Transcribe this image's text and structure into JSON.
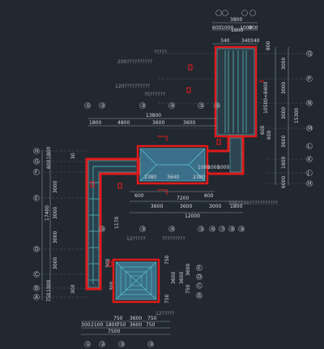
{
  "top_dims": {
    "total": "3800",
    "a": "600",
    "b": "1000",
    "c": "1800",
    "d": "1000",
    "e": "800",
    "p1": "340",
    "p2": "340",
    "p3": "340"
  },
  "top_grid_labels": [
    "①",
    "②",
    "③",
    "④"
  ],
  "right_grid_labels": [
    "Q",
    "P",
    "N",
    "M",
    "L",
    "K",
    "J",
    "H"
  ],
  "right_dims": [
    "800",
    "3000",
    "3000",
    "3000",
    "3600",
    "1800",
    "600"
  ],
  "right_totals": [
    "15300",
    "10500=8400",
    "6000",
    "600"
  ],
  "upper_notes": [
    "?????",
    "200??????????",
    "120??????????",
    "?0??????"
  ],
  "mid_top_dims": {
    "total": "13800",
    "d1": "1800",
    "d2": "4800",
    "d3": "3600",
    "d4": "3600"
  },
  "mid_grid_top": [
    "①",
    "②",
    "③",
    "④",
    "⑤",
    "⑥"
  ],
  "left_grid_labels": [
    "H",
    "G",
    "F",
    "E",
    "D",
    "C",
    "B",
    "A"
  ],
  "left_dims": [
    "1800",
    "600",
    "3000",
    "3000",
    "3000",
    "3000",
    "1800",
    "750"
  ],
  "left_total": "17400",
  "left_small": [
    "30",
    "300",
    "300"
  ],
  "hall_dims": [
    "2380",
    "3640",
    "2380",
    "1000",
    "1000",
    "1000",
    "200",
    "300"
  ],
  "hall_bottom_dims": {
    "d1": "600",
    "d2": "7200",
    "d3": "600",
    "e1": "3600",
    "e2": "3600",
    "e3": "3000",
    "e4": "1800",
    "total": "12000"
  },
  "bottom_grid_labels": [
    "②",
    "③",
    "④",
    "⑤",
    "⑥",
    "⑦",
    "⑧",
    "⑨"
  ],
  "corridor_notes": [
    "1170",
    "300",
    "12?????",
    "?????????",
    "12?????"
  ],
  "pavilion_dims": [
    "750",
    "3600",
    "750",
    "3600",
    "3600",
    "750"
  ],
  "pavilion_labels": [
    "E",
    "D",
    "C",
    "B"
  ],
  "bottom_dims": {
    "a": "300",
    "b": "2100",
    "c": "3600",
    "d": "750",
    "e": "750",
    "f": "3600",
    "g": "750",
    "total": "7500",
    "h": "1800",
    "i": "750"
  },
  "bottom_axis_labels": [
    "①",
    "②",
    "③",
    "④"
  ],
  "connector_note": "200?200???????????"
}
